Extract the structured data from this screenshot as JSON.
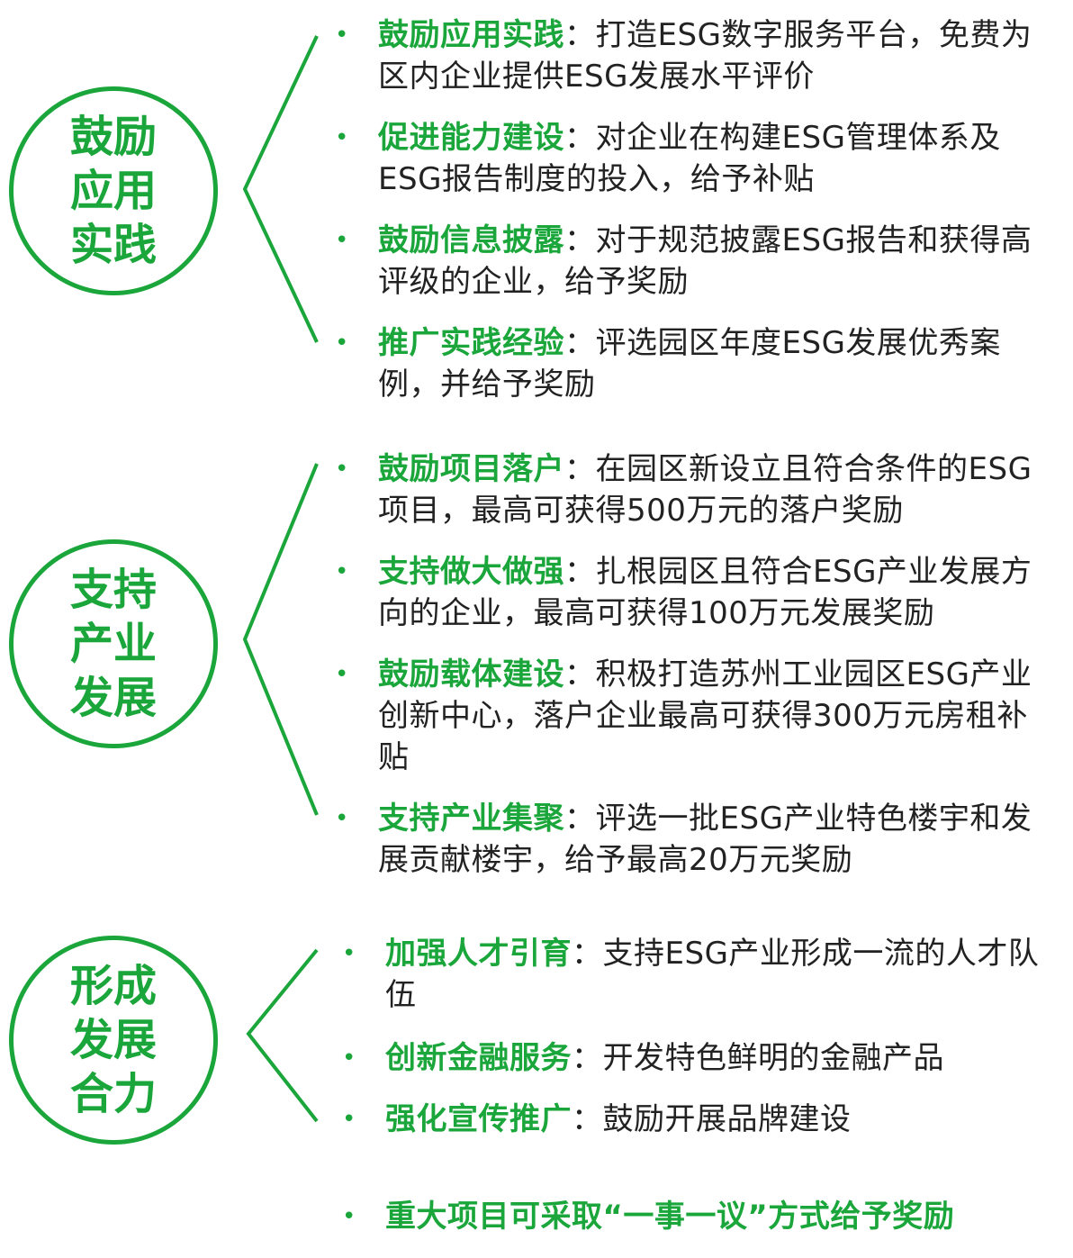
{
  "colors": {
    "accent": "#1aa63a",
    "text": "#222222",
    "background": "#ffffff"
  },
  "groups": [
    {
      "label": "鼓励应用实践",
      "items": [
        {
          "title": "鼓励应用实践",
          "sep": "：",
          "desc": "打造ESG数字服务平台，免费为区内企业提供ESG发展水平评价"
        },
        {
          "title": "促进能力建设",
          "sep": "：",
          "desc": "对企业在构建ESG管理体系及ESG报告制度的投入，给予补贴"
        },
        {
          "title": "鼓励信息披露",
          "sep": "：",
          "desc": "对于规范披露ESG报告和获得高评级的企业，给予奖励"
        },
        {
          "title": "推广实践经验",
          "sep": "：",
          "desc": "评选园区年度ESG发展优秀案例，并给予奖励"
        }
      ]
    },
    {
      "label": "支持产业发展",
      "items": [
        {
          "title": "鼓励项目落户",
          "sep": "：",
          "desc": "在园区新设立且符合条件的ESG项目，最高可获得500万元的落户奖励"
        },
        {
          "title": "支持做大做强",
          "sep": "：",
          "desc": "扎根园区且符合ESG产业发展方向的企业，最高可获得100万元发展奖励"
        },
        {
          "title": "鼓励载体建设",
          "sep": "：",
          "desc": "积极打造苏州工业园区ESG产业创新中心，落户企业最高可获得300万元房租补贴"
        },
        {
          "title": "支持产业集聚",
          "sep": "：",
          "desc": "评选一批ESG产业特色楼宇和发展贡献楼宇，给予最高20万元奖励"
        }
      ]
    },
    {
      "label": "形成发展合力",
      "items": [
        {
          "title": "加强人才引育",
          "sep": "：",
          "desc": "支持ESG产业形成一流的人才队伍"
        },
        {
          "title": "创新金融服务",
          "sep": "：",
          "desc": "开发特色鲜明的金融产品"
        },
        {
          "title": "强化宣传推广",
          "sep": "：",
          "desc": "鼓励开展品牌建设"
        }
      ]
    }
  ],
  "final_item": "重大项目可采取“一事一议”方式给予奖励",
  "bullet_char": "•"
}
